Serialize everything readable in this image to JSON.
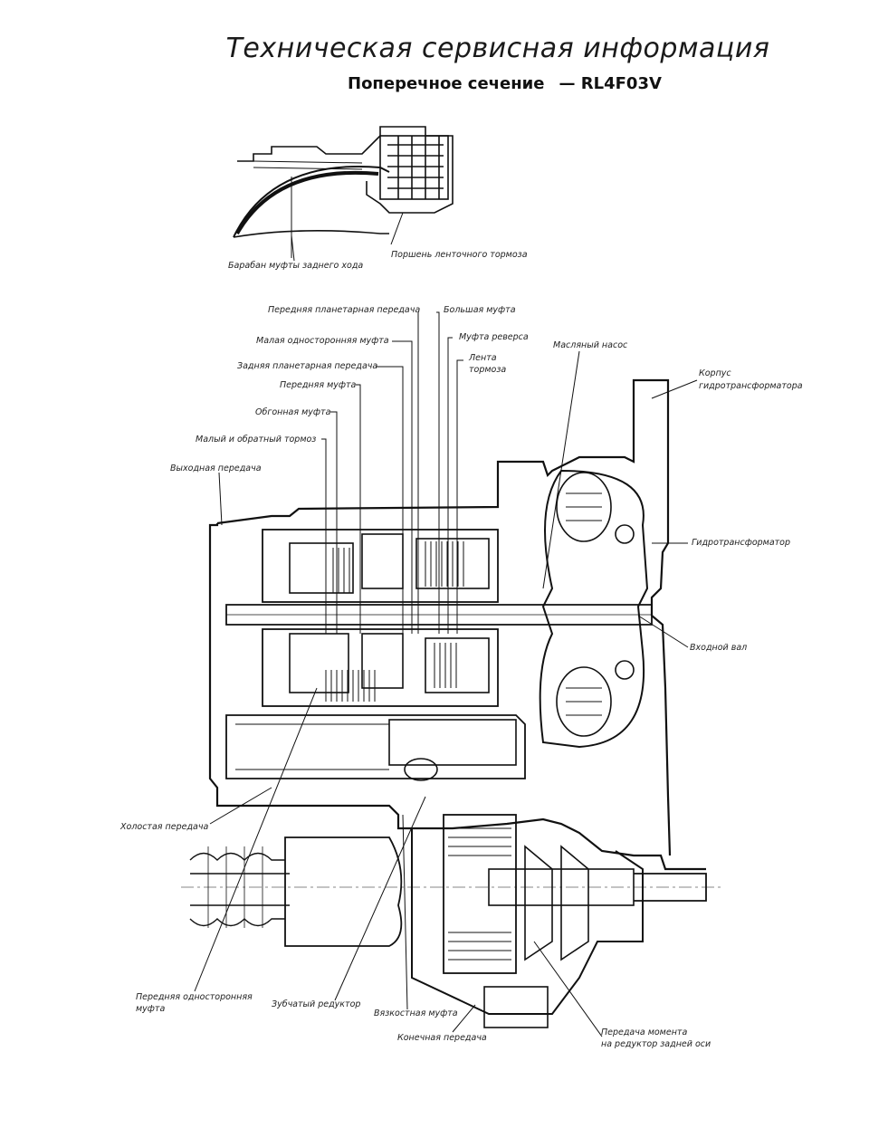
{
  "header": {
    "title": "Техническая сервисная информация",
    "subtitle": "Поперечное сечение",
    "model": "— RL4F03V"
  },
  "detail_view": {
    "labels": {
      "reverse_clutch_drum": "Барабан муфты заднего хода",
      "band_brake_piston": "Поршень ленточного тормоза"
    }
  },
  "main_view": {
    "labels": {
      "front_planetary": "Передняя планетарная передача",
      "high_clutch": "Большая муфта",
      "low_one_way_clutch": "Малая односторонняя муфта",
      "reverse_clutch": "Муфта реверса",
      "rear_planetary": "Задняя планетарная передача",
      "brake_band_1": "Лента",
      "brake_band_2": "тормоза",
      "oil_pump": "Масляный насос",
      "forward_clutch": "Передняя муфта",
      "converter_housing_1": "Корпус",
      "converter_housing_2": "гидротрансформатора",
      "overrun_clutch": "Обгонная муфта",
      "low_reverse_brake": "Малый и обратный тормоз",
      "output_gear": "Выходная передача",
      "torque_converter": "Гидротрансформатор",
      "input_shaft": "Входной вал",
      "idler_gear": "Холостая передача",
      "forward_one_way_clutch_1": "Передняя односторонняя",
      "forward_one_way_clutch_2": "муфта",
      "reduction_gear": "Зубчатый редуктор",
      "viscous_coupling": "Вязкостная муфта",
      "final_drive": "Конечная передача",
      "transfer_1": "Передача момента",
      "transfer_2": "на редуктор задней оси"
    }
  }
}
